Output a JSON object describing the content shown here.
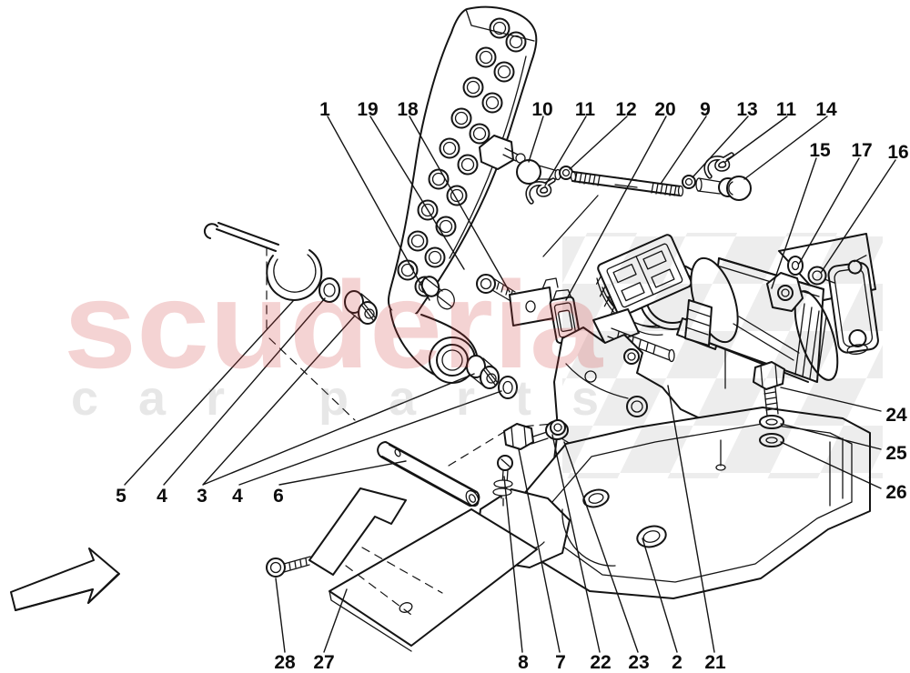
{
  "watermark": {
    "brand": "scuderia",
    "subtitle": "car parts",
    "brand_color": "#d03a3a",
    "subtitle_color": "#8a8a8a"
  },
  "art_color": "#141414",
  "callouts": [
    "1",
    "19",
    "18",
    "10",
    "11",
    "12",
    "20",
    "9",
    "13",
    "11",
    "14",
    "15",
    "17",
    "16",
    "24",
    "25",
    "26",
    "5",
    "4",
    "3",
    "4",
    "6",
    "28",
    "27",
    "8",
    "7",
    "22",
    "23",
    "2",
    "21"
  ]
}
